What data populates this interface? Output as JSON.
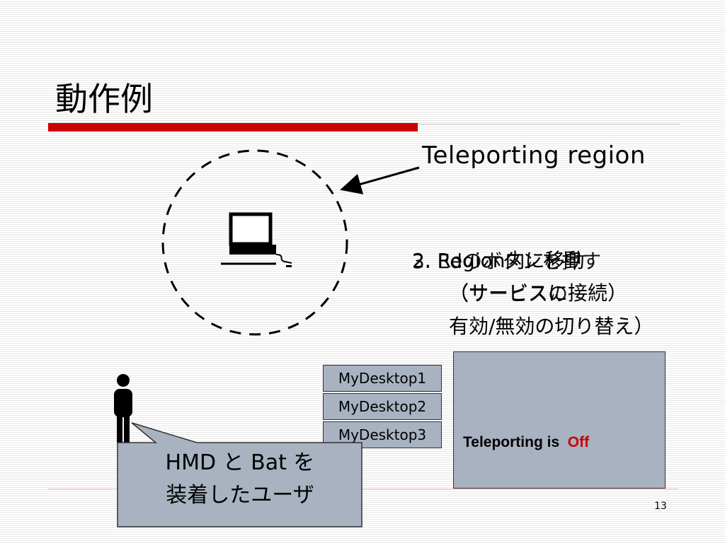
{
  "slide": {
    "title": "動作例",
    "page_number": "13",
    "accent_color": "#cc0000"
  },
  "diagram": {
    "region_label": "Teleporting  region",
    "steps_layer1": {
      "line1": "2. Region内に移動",
      "line2": "（サービスに接続）"
    },
    "steps_layer2": {
      "line1": "3. Edのボタンを押す",
      "line2": "（サービスの",
      "line3": "有効/無効の切り替え）"
    },
    "desktops": [
      "MyDesktop1",
      "MyDesktop2",
      "MyDesktop3"
    ],
    "teleporting_panel": {
      "label": "Teleporting  is",
      "state": "Off",
      "state_color": "#cc0000"
    },
    "user_callout": {
      "line1": "HMD  と  Bat  を",
      "line2": "装着したユーザ"
    },
    "icons": [
      "computer-icon",
      "person-icon"
    ]
  }
}
